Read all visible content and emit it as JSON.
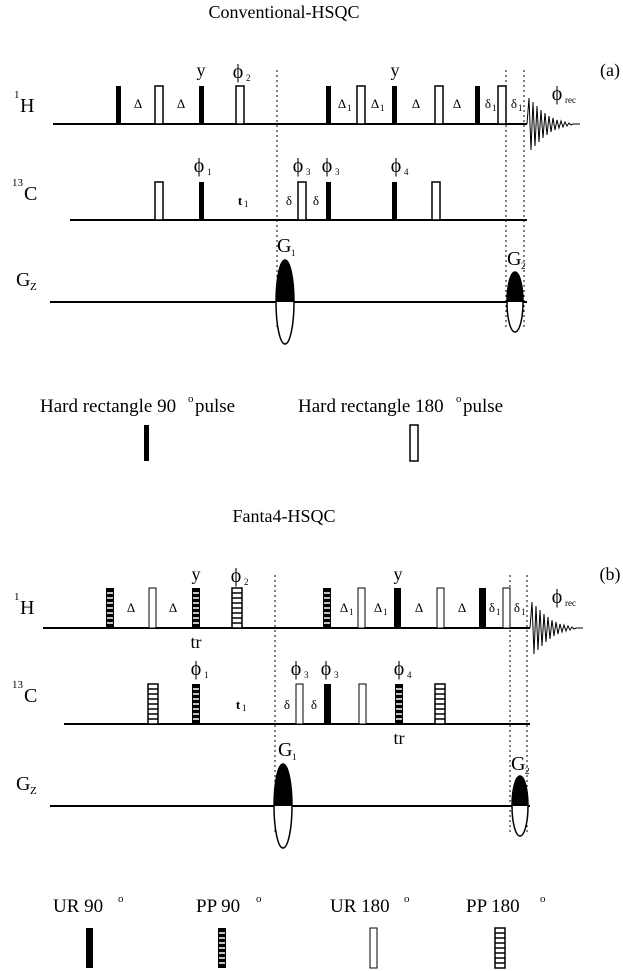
{
  "colors": {
    "ink": "#000000",
    "paper": "#ffffff"
  },
  "panel_a": {
    "title": "Conventional-HSQC",
    "tag": "(a)",
    "channels": {
      "h": "H",
      "h_iso": "1",
      "c": "C",
      "c_iso": "13",
      "g": "G",
      "g_sub": "Z"
    },
    "phases": {
      "y1": "y",
      "y2": "y",
      "phi": "ϕ",
      "n1": "1",
      "n2": "2",
      "n3": "3",
      "n4": "4",
      "rec": "rec"
    },
    "delays": {
      "delta": "Δ",
      "delta1": "Δ",
      "d1sub": "1",
      "small": "δ",
      "small1": "δ",
      "t1": "t",
      "t1sub": "1"
    },
    "gradients": {
      "g": "G",
      "g1sub": "1",
      "g2sub": "2"
    },
    "legend": {
      "label_90": "Hard rectangle 90",
      "label_180": "Hard rectangle 180",
      "deg": "o",
      "pulse": " pulse"
    }
  },
  "panel_b": {
    "title": "Fanta4-HSQC",
    "tag": "(b)",
    "tr": "tr",
    "legend": {
      "ur90": "UR 90",
      "pp90": "PP 90",
      "ur180": "UR 180",
      "pp180": "PP 180",
      "deg": "o"
    }
  }
}
